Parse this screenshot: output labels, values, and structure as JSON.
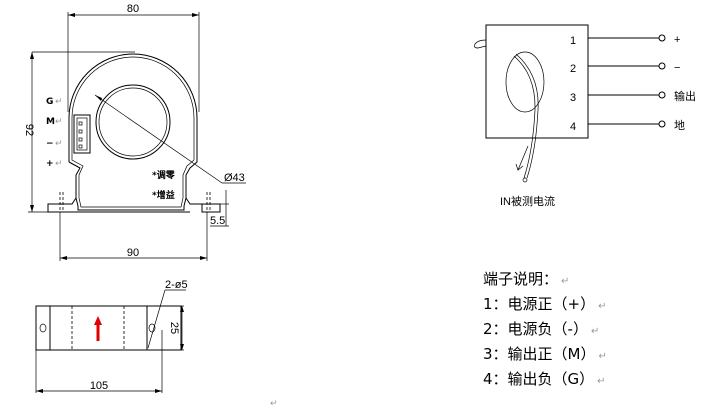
{
  "front_view": {
    "dim_width_top": "80",
    "dim_height": "92",
    "dim_width_bottom": "90",
    "dim_flange": "5.5",
    "dim_hole": "Ø43",
    "pin_labels": [
      "G",
      "M",
      "−",
      "+"
    ],
    "adjust_zero": "*调零",
    "adjust_gain": "*增益"
  },
  "bottom_view": {
    "dim_length": "105",
    "dim_height": "25",
    "dim_holes": "2-ø5",
    "arrow_color": "#e00000"
  },
  "wiring": {
    "terminal_numbers": [
      "1",
      "2",
      "3",
      "4"
    ],
    "terminal_labels": [
      "+",
      "−",
      "输出",
      "地"
    ],
    "input_label": "IN被测电流"
  },
  "legend": {
    "title": "端子说明：",
    "items": [
      "1：电源正（+）",
      "2：电源负（-）",
      "3：输出正（M）",
      "4：输出负（G）"
    ]
  },
  "return_mark": "↵"
}
